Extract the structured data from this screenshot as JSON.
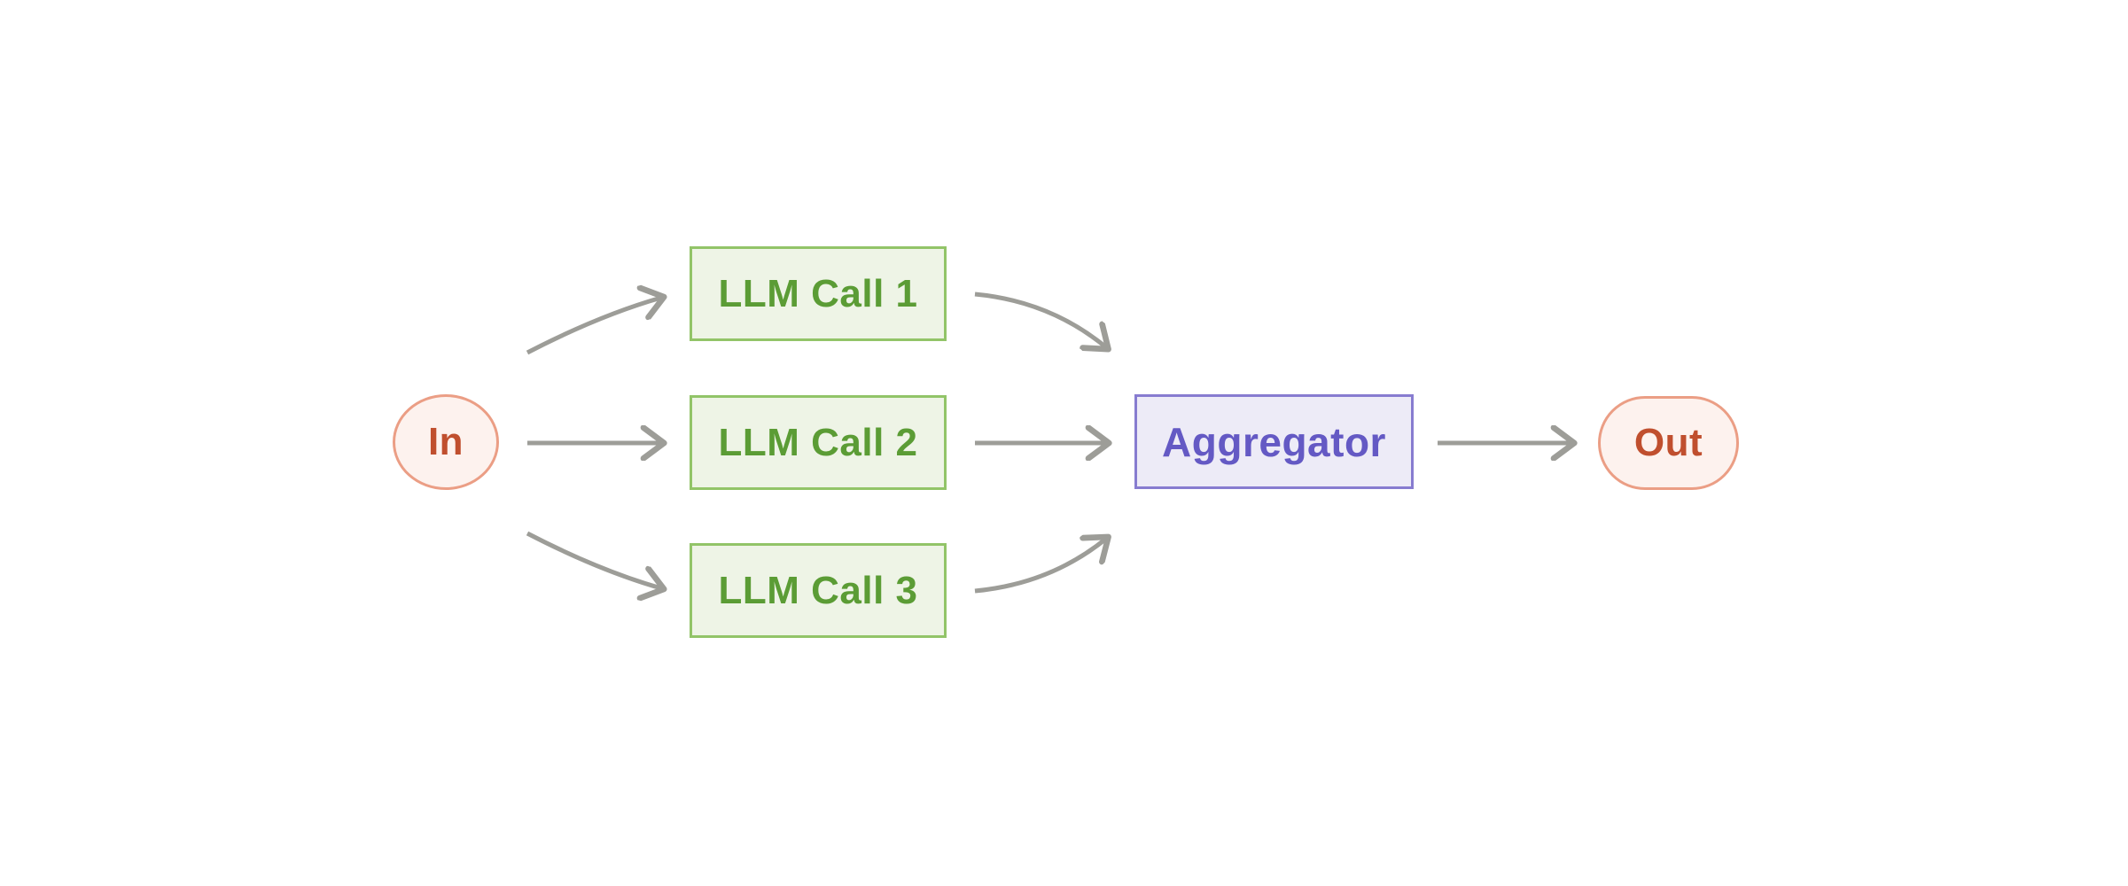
{
  "diagram": {
    "nodes": [
      {
        "id": "in",
        "label": "In",
        "shape": "ellipse",
        "role": "input"
      },
      {
        "id": "llm1",
        "label": "LLM Call 1",
        "shape": "rectangle",
        "role": "process"
      },
      {
        "id": "llm2",
        "label": "LLM Call 2",
        "shape": "rectangle",
        "role": "process"
      },
      {
        "id": "llm3",
        "label": "LLM Call 3",
        "shape": "rectangle",
        "role": "process"
      },
      {
        "id": "aggregator",
        "label": "Aggregator",
        "shape": "rectangle",
        "role": "aggregator"
      },
      {
        "id": "out",
        "label": "Out",
        "shape": "pill",
        "role": "output"
      }
    ],
    "edges": [
      {
        "from": "In",
        "to": "LLM Call 1",
        "style": "curved"
      },
      {
        "from": "In",
        "to": "LLM Call 2",
        "style": "straight"
      },
      {
        "from": "In",
        "to": "LLM Call 3",
        "style": "curved"
      },
      {
        "from": "LLM Call 1",
        "to": "Aggregator",
        "style": "curved"
      },
      {
        "from": "LLM Call 2",
        "to": "Aggregator",
        "style": "straight"
      },
      {
        "from": "LLM Call 3",
        "to": "Aggregator",
        "style": "curved"
      },
      {
        "from": "Aggregator",
        "to": "Out",
        "style": "straight"
      }
    ]
  },
  "colors": {
    "canvas-bg": "#ffffff",
    "terminal-fill": "#fdf2ee",
    "terminal-border": "#eb9e85",
    "terminal-text": "#c04f2e",
    "process-fill": "#eef4e6",
    "process-border": "#92c468",
    "process-text": "#5b9c35",
    "aggregator-fill": "#edebf7",
    "aggregator-border": "#877cd0",
    "aggregator-text": "#6459c4",
    "arrow": "#9d9d98"
  }
}
